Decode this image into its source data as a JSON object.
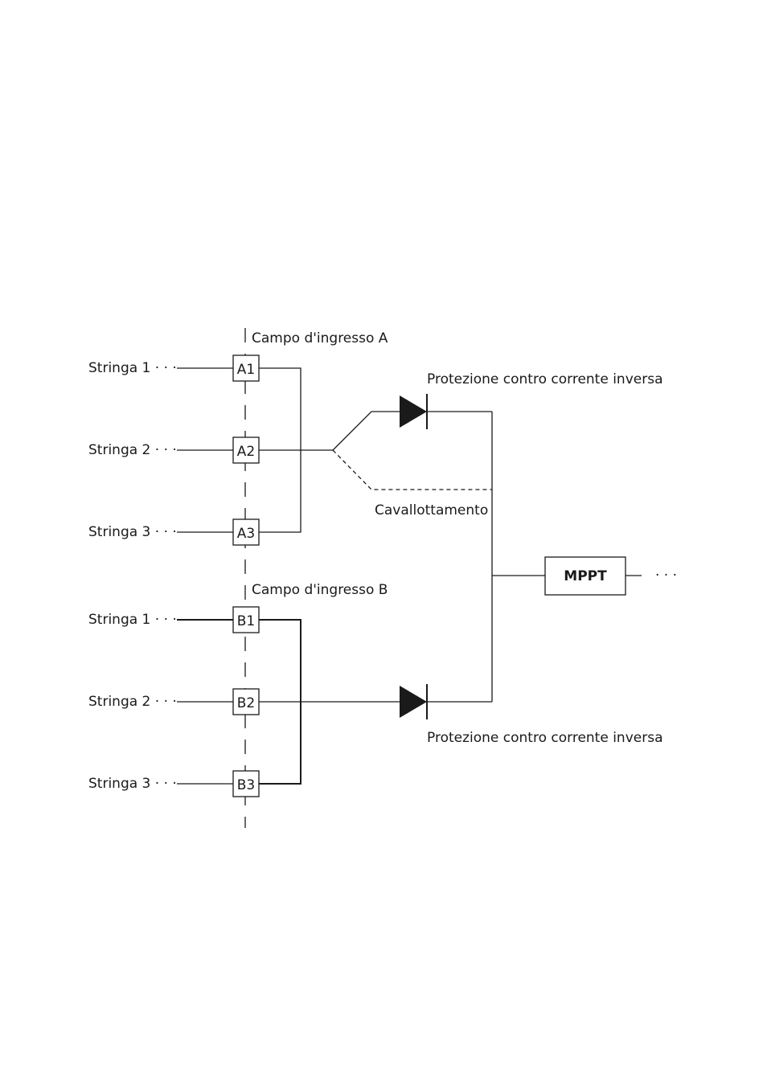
{
  "field_a": {
    "title": "Campo d'ingresso A",
    "strings": [
      {
        "label": "Stringa 1 · · ·",
        "terminal": "A1"
      },
      {
        "label": "Stringa 2 · · ·",
        "terminal": "A2"
      },
      {
        "label": "Stringa 3 · · ·",
        "terminal": "A3"
      }
    ]
  },
  "field_b": {
    "title": "Campo d'ingresso B",
    "strings": [
      {
        "label": "Stringa 1 · · ·",
        "terminal": "B1"
      },
      {
        "label": "Stringa 2 · · ·",
        "terminal": "B2"
      },
      {
        "label": "Stringa 3 · · ·",
        "terminal": "B3"
      }
    ]
  },
  "diode_top_label": "Protezione contro corrente inversa",
  "diode_bottom_label": "Protezione contro corrente inversa",
  "bridge_label": "Cavallottamento",
  "mppt_label": "MPPT",
  "continuation": "· · ·"
}
